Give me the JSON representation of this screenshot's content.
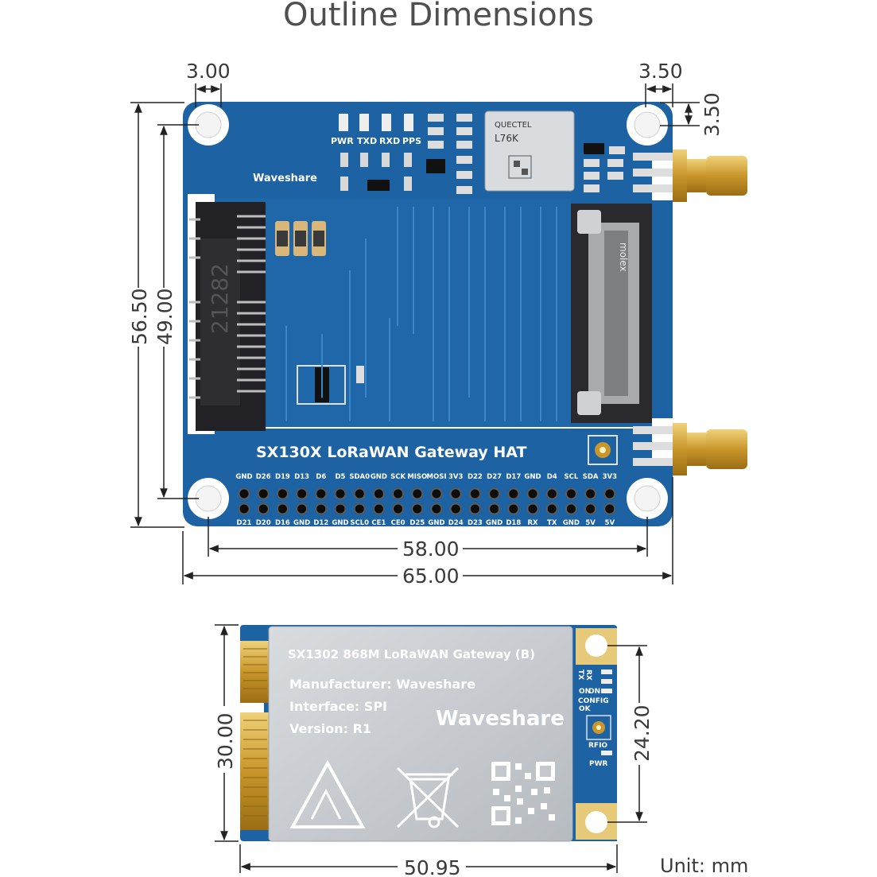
{
  "title": "Outline Dimensions",
  "unit_label": "Unit: mm",
  "colors": {
    "pcb": "#1a5f9e",
    "pcb_light": "#2a73b5",
    "gold": "#c9a23c",
    "shield": "#c8ccd0",
    "dim_line": "#222222"
  },
  "hat": {
    "dims": {
      "hole_offset_x": "3.00",
      "hole_offset_right": "3.50",
      "hole_offset_top": "3.50",
      "height_total": "56.50",
      "height_holes": "49.00",
      "width_holes": "58.00",
      "width_total": "65.00"
    },
    "board_name": "SX130X LoRaWAN Gateway HAT",
    "brand": "Waveshare",
    "leds": [
      "PWR",
      "TXD",
      "RXD",
      "PPS"
    ],
    "gps_module": {
      "brand": "QUECTEL",
      "model": "L76K"
    },
    "connector_text": "21282",
    "socket_text": "molex",
    "pins_top": [
      "GND",
      "D26",
      "D19",
      "D13",
      "D6",
      "D5",
      "SDA0",
      "GND",
      "SCK",
      "MISO",
      "MOSI",
      "3V3",
      "D22",
      "D27",
      "D17",
      "GND",
      "D4",
      "SCL",
      "SDA",
      "3V3"
    ],
    "pins_bottom": [
      "D21",
      "D20",
      "D16",
      "GND",
      "D12",
      "GND",
      "SCL0",
      "CE1",
      "CE0",
      "D25",
      "GND",
      "D24",
      "D23",
      "GND",
      "D18",
      "RX",
      "TX",
      "GND",
      "5V",
      "5V"
    ]
  },
  "module": {
    "dims": {
      "height": "30.00",
      "holes": "24.20",
      "width": "50.95"
    },
    "shield_lines": {
      "name": "SX1302 868M LoRaWAN Gateway (B)",
      "manufacturer": "Manufacturer: Waveshare",
      "interface": "Interface: SPI",
      "version": "Version: R1",
      "brand": "Waveshare"
    },
    "side_labels": {
      "tx": "TX",
      "rx": "RX",
      "on1": "ON",
      "on2": "ON",
      "config": "CONFIG",
      "ok": "OK",
      "rfio": "RFIO",
      "pwr": "PWR"
    }
  }
}
